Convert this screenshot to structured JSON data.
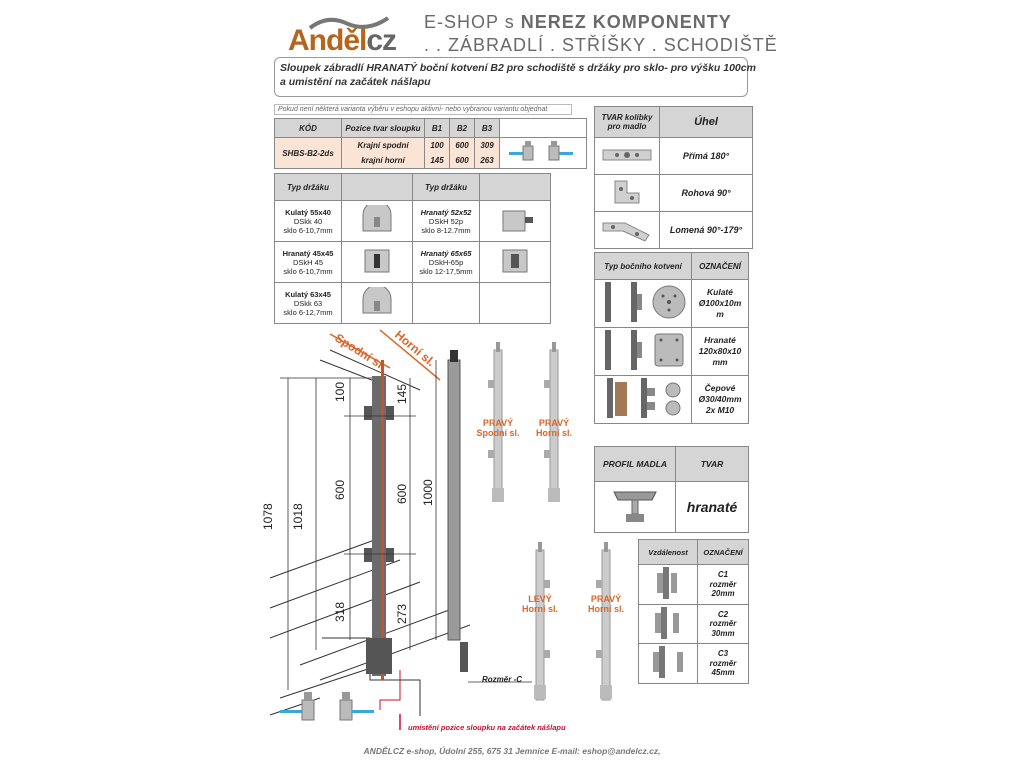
{
  "header": {
    "logo_text": "Andělcz",
    "title_prefix": "E-SHOP s",
    "title_strong": "NEREZ KOMPONENTY",
    "tagline": ". . ZÁBRADLÍ . STŘÍŠKY . SCHODIŠTĚ"
  },
  "description": {
    "line1": "Sloupek zábradlí HRANATÝ boční kotvení B2 pro schodiště s držáky pro sklo- pro výšku 100cm",
    "line2": "a umistění na začátek nášlapu"
  },
  "notice": "Pokud není některá varianta výběru v eshopu aktivní- nebo vybranou variantu objednat",
  "code_table": {
    "headers": [
      "KÓD",
      "Pozice tvar sloupku",
      "B1",
      "B2",
      "B3"
    ],
    "code": "SHBS-B2-2ds",
    "rows": [
      {
        "pos": "Krajní spodní",
        "b1": "100",
        "b2": "600",
        "b3": "309"
      },
      {
        "pos": "krajní horní",
        "b1": "145",
        "b2": "600",
        "b3": "263"
      }
    ]
  },
  "holder_table": {
    "header_left": "Typ držáku",
    "header_right": "Typ držáku",
    "items": [
      {
        "name": "Kulatý 55x40",
        "code": "DSkk 40",
        "glass": "sklo 6-10,7mm"
      },
      {
        "name": "Hranatý 52x52",
        "code": "DSkH 52p",
        "glass": "sklo 8-12.7mm"
      },
      {
        "name": "Hranatý 45x45",
        "code": "DSkH 45",
        "glass": "sklo 6-10,7mm"
      },
      {
        "name": "Hranatý 65x65",
        "code": "DSkH-65p",
        "glass": "sklo 12-17,5mm"
      },
      {
        "name": "Kulatý 63x45",
        "code": "DSkk 63",
        "glass": "sklo 6-12,7mm"
      }
    ]
  },
  "shape_table": {
    "header_left": "TVAR kolíbky pro madlo",
    "header_right": "Úhel",
    "rows": [
      "Přímá  180°",
      "Rohová  90°",
      "Lomená 90°-179°"
    ]
  },
  "side_table": {
    "header_left": "Typ bočního kotvení",
    "header_right": "OZNAČENÍ",
    "rows": [
      [
        "Kulaté",
        "Ø100x10m",
        "m"
      ],
      [
        "Hranaté",
        "120x80x10",
        "mm"
      ],
      [
        "Čepové",
        "Ø30/40mm",
        "2x M10"
      ]
    ]
  },
  "profile_table": {
    "header_left": "PROFIL MADLA",
    "header_right": "TVAR",
    "value": "hranaté"
  },
  "distance_table": {
    "header_left": "Vzdálenost",
    "header_right": "OZNAČENÍ",
    "rows": [
      [
        "C1",
        "rozměr",
        "20mm"
      ],
      [
        "C2",
        "rozměr",
        "30mm"
      ],
      [
        "C3",
        "rozměr",
        "45mm"
      ]
    ]
  },
  "drawing": {
    "spodni": "Spodní sl.",
    "horni": "Horní sl.",
    "dims": [
      "100",
      "145",
      "600",
      "600",
      "1000",
      "1078",
      "1018",
      "318",
      "273"
    ],
    "rozmer_c": "Rozměr -C",
    "placement_note": "umístění pozice sloupku na začátek nášlapu",
    "variants": [
      {
        "side": "PRAVÝ",
        "pos": "Spodní sl."
      },
      {
        "side": "PRAVÝ",
        "pos": "Horní sl."
      },
      {
        "side": "LEVÝ",
        "pos": "Horní sl."
      },
      {
        "side": "PRAVÝ",
        "pos": "Horní sl."
      }
    ]
  },
  "footer": "ANDĚLCZ e-shop, Údolní 255, 675 31 Jemnice  E-mail: eshop@andelcz.cz,"
}
